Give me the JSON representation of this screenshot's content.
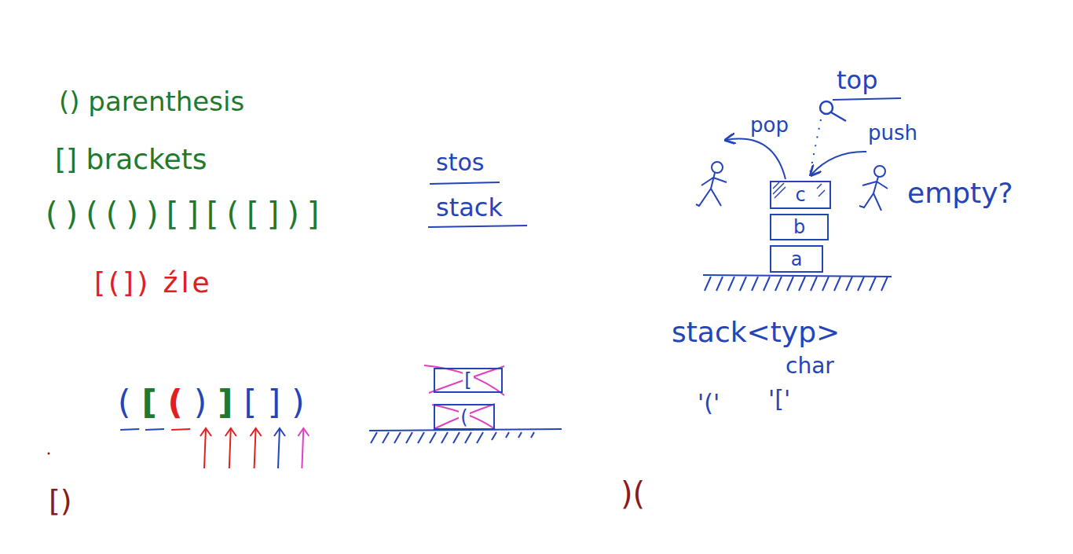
{
  "diagram": {
    "nodes": [
      {
        "text": [
          "c"
        ]
      },
      {
        "text": [
          "b"
        ]
      },
      {
        "text": [
          "a"
        ]
      },
      {
        "text": [
          "["
        ]
      },
      {
        "text": [
          "("
        ]
      }
    ],
    "labels": [
      "() parenthesis",
      "[] brackets",
      "()(())[][([])]",
      "[(]) źle",
      "stos",
      "stack",
      "top",
      "pop",
      "push",
      "empty?",
      "stack<typ>",
      "char",
      "'('",
      "'['",
      "([()][])",
      "[)",
      ")("
    ]
  }
}
